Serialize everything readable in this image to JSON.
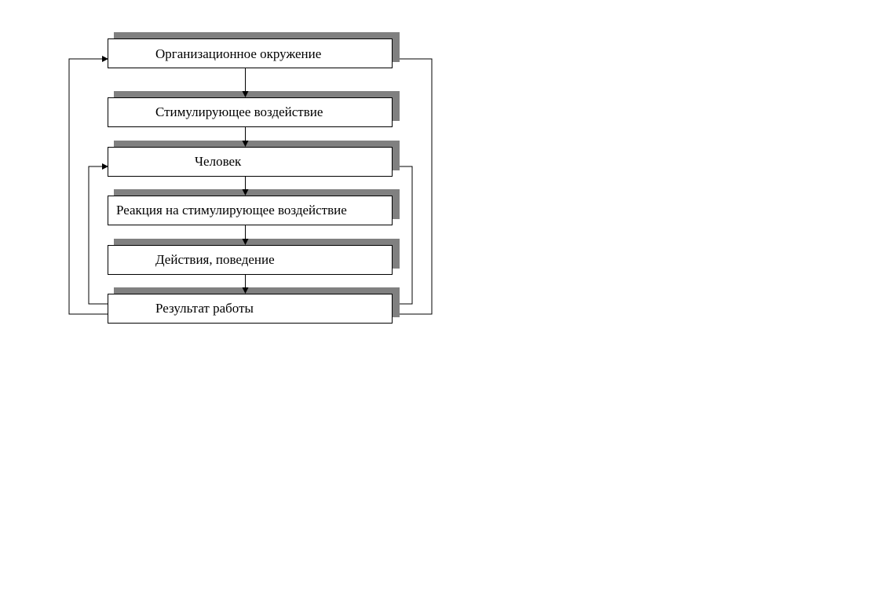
{
  "diagram": {
    "boxes": [
      {
        "id": "org",
        "label": "Организационное окружение"
      },
      {
        "id": "stim",
        "label": "Стимулирующее воздействие"
      },
      {
        "id": "person",
        "label": "Человек"
      },
      {
        "id": "reaction",
        "label": "Реакция на стимулирующее воздействие"
      },
      {
        "id": "actions",
        "label": "Действия, поведение"
      },
      {
        "id": "result",
        "label": "Результат работы"
      }
    ],
    "colors": {
      "box_fill": "#ffffff",
      "box_border": "#000000",
      "shadow": "#808080",
      "text": "#000000"
    }
  }
}
